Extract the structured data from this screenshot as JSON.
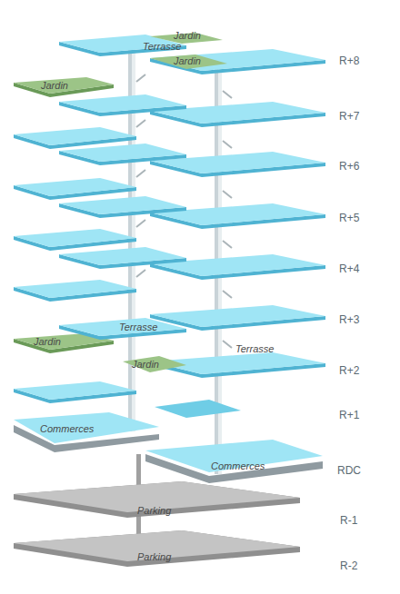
{
  "diagram": {
    "labels": [
      "Jardin",
      "Terrasse",
      "Jardin",
      "R+8",
      "Jardin",
      "R+7",
      "R+6",
      "R+5",
      "R+4",
      "R+3",
      "Terrasse",
      "Jardin",
      "Terrasse",
      "Jardin",
      "R+2",
      "R+1",
      "Commerces",
      "Commerces",
      "RDC",
      "Parking",
      "R-1",
      "Parking",
      "R-2"
    ]
  }
}
